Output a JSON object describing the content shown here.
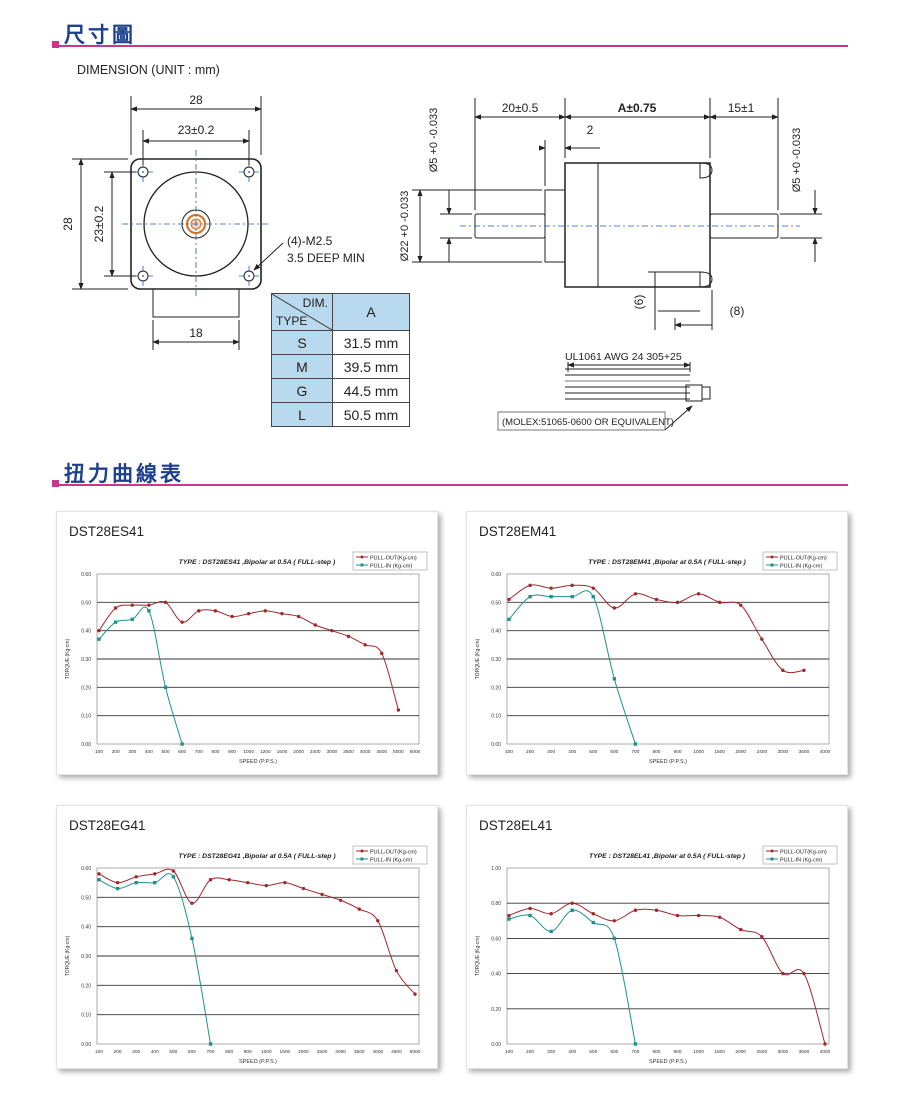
{
  "sections": {
    "dimension_title": "尺寸圖",
    "torque_title": "扭力曲線表"
  },
  "dimension_label": "DIMENSION (UNIT : mm)",
  "front_view": {
    "d28_top": "28",
    "d23_top": "23±0.2",
    "d28_left": "28",
    "d23_left": "23±0.2",
    "d18": "18",
    "screw_line1": "(4)-M2.5",
    "screw_line2": "3.5 DEEP MIN"
  },
  "side_view": {
    "d20": "20±0.5",
    "dA": "A±0.75",
    "d15": "15±1",
    "d2": "2",
    "d5_left": "Ø5 +0 -0.033",
    "d5_right": "Ø5 +0 -0.033",
    "d22": "Ø22 +0 -0.033",
    "d6": "(6)",
    "d8": "(8)",
    "cable": "UL1061 AWG 24 305+25",
    "connector": "(MOLEX:51065-0600 OR EQUIVALENT)"
  },
  "dim_table": {
    "header_dim": "DIM.",
    "header_type": "TYPE",
    "header_a": "A",
    "rows": [
      {
        "type": "S",
        "a": "31.5 mm"
      },
      {
        "type": "M",
        "a": "39.5 mm"
      },
      {
        "type": "G",
        "a": "44.5 mm"
      },
      {
        "type": "L",
        "a": "50.5 mm"
      }
    ]
  },
  "colors": {
    "brand_blue": "#1d3f8f",
    "accent": "#c8378a",
    "pull_out": "#a0282a",
    "pull_in": "#23908f",
    "table_header": "#b9d9ee"
  },
  "chart_data": [
    {
      "type": "line",
      "title": "DST28ES41",
      "subtitle": "TYPE : DST28ES41 ,Bipolar at 0.5A  ( FULL-step )",
      "xlabel": "SPEED (P.P.S.)",
      "ylabel": "TORQUE (Kg-cm)",
      "ylim": [
        0,
        0.6
      ],
      "yticks": [
        "0.00",
        "0.10",
        "0.20",
        "0.30",
        "0.40",
        "0.50",
        "0.60"
      ],
      "grid": "horizontal",
      "legend": "top-right",
      "categories": [
        "100",
        "200",
        "300",
        "400",
        "500",
        "600",
        "700",
        "800",
        "900",
        "1000",
        "1200",
        "1600",
        "2000",
        "2400",
        "3000",
        "3500",
        "4000",
        "4500",
        "5000",
        "6000"
      ],
      "series": [
        {
          "name": "PULL-OUT(Kg-cm)",
          "values": [
            0.4,
            0.48,
            0.49,
            0.49,
            0.5,
            0.43,
            0.47,
            0.47,
            0.45,
            0.46,
            0.47,
            0.46,
            0.45,
            0.42,
            0.4,
            0.38,
            0.35,
            0.32,
            0.12
          ]
        },
        {
          "name": "PULL-IN  (Kg-cm)",
          "values": [
            0.37,
            0.43,
            0.44,
            0.47,
            0.2,
            0.0
          ]
        }
      ]
    },
    {
      "type": "line",
      "title": "DST28EM41",
      "subtitle": "TYPE : DST28EM41 ,Bipolar at 0.5A  ( FULL-step )",
      "xlabel": "SPEED (P.P.S.)",
      "ylabel": "TORQUE (Kg-cm)",
      "ylim": [
        0,
        0.6
      ],
      "yticks": [
        "0.00",
        "0.10",
        "0.20",
        "0.30",
        "0.40",
        "0.50",
        "0.60"
      ],
      "grid": "horizontal",
      "legend": "top-right",
      "categories": [
        "100",
        "200",
        "300",
        "400",
        "500",
        "600",
        "700",
        "800",
        "900",
        "1000",
        "1500",
        "2000",
        "2400",
        "3000",
        "3500",
        "4000"
      ],
      "series": [
        {
          "name": "PULL-OUT(Kg-cm)",
          "values": [
            0.51,
            0.56,
            0.55,
            0.56,
            0.55,
            0.48,
            0.53,
            0.51,
            0.5,
            0.53,
            0.5,
            0.49,
            0.37,
            0.26,
            0.26
          ]
        },
        {
          "name": "PULL-IN  (Kg-cm)",
          "values": [
            0.44,
            0.52,
            0.52,
            0.52,
            0.52,
            0.23,
            0.0
          ]
        }
      ]
    },
    {
      "type": "line",
      "title": "DST28EG41",
      "subtitle": "TYPE : DST28EG41 ,Bipolar at 0.5A  ( FULL-step )",
      "xlabel": "SPEED (P.P.S.)",
      "ylabel": "TORQUE (Kg-cm)",
      "ylim": [
        0,
        0.6
      ],
      "yticks": [
        "0.00",
        "0.10",
        "0.20",
        "0.30",
        "0.40",
        "0.50",
        "0.60"
      ],
      "grid": "horizontal",
      "legend": "top-right",
      "categories": [
        "100",
        "200",
        "300",
        "400",
        "500",
        "600",
        "700",
        "800",
        "900",
        "1000",
        "1500",
        "2000",
        "2500",
        "3000",
        "3500",
        "4000",
        "4500",
        "5000"
      ],
      "series": [
        {
          "name": "PULL-OUT(Kg-cm)",
          "values": [
            0.58,
            0.55,
            0.57,
            0.58,
            0.59,
            0.48,
            0.56,
            0.56,
            0.55,
            0.54,
            0.55,
            0.53,
            0.51,
            0.49,
            0.46,
            0.42,
            0.25,
            0.17
          ]
        },
        {
          "name": "PULL-IN  (Kg-cm)",
          "values": [
            0.56,
            0.53,
            0.55,
            0.55,
            0.57,
            0.36,
            0.0
          ]
        }
      ]
    },
    {
      "type": "line",
      "title": "DST28EL41",
      "subtitle": "TYPE : DST28EL41 ,Bipolar at 0.5A  ( FULL-step )",
      "xlabel": "SPEED (P.P.S.)",
      "ylabel": "TORQUE (Kg-cm)",
      "ylim": [
        0,
        1.0
      ],
      "yticks": [
        "0.00",
        "0.20",
        "0.40",
        "0.60",
        "0.80",
        "1.00"
      ],
      "grid": "horizontal",
      "legend": "top-right",
      "categories": [
        "100",
        "200",
        "300",
        "400",
        "500",
        "600",
        "700",
        "800",
        "900",
        "1000",
        "1500",
        "2000",
        "2500",
        "3000",
        "3500",
        "4000"
      ],
      "series": [
        {
          "name": "PULL-OUT(Kg-cm)",
          "values": [
            0.73,
            0.77,
            0.74,
            0.8,
            0.74,
            0.7,
            0.76,
            0.76,
            0.73,
            0.73,
            0.72,
            0.65,
            0.61,
            0.4,
            0.4,
            0.0
          ]
        },
        {
          "name": "PULL-IN  (Kg-cm)",
          "values": [
            0.71,
            0.73,
            0.64,
            0.76,
            0.69,
            0.6,
            0.0
          ]
        }
      ]
    }
  ]
}
